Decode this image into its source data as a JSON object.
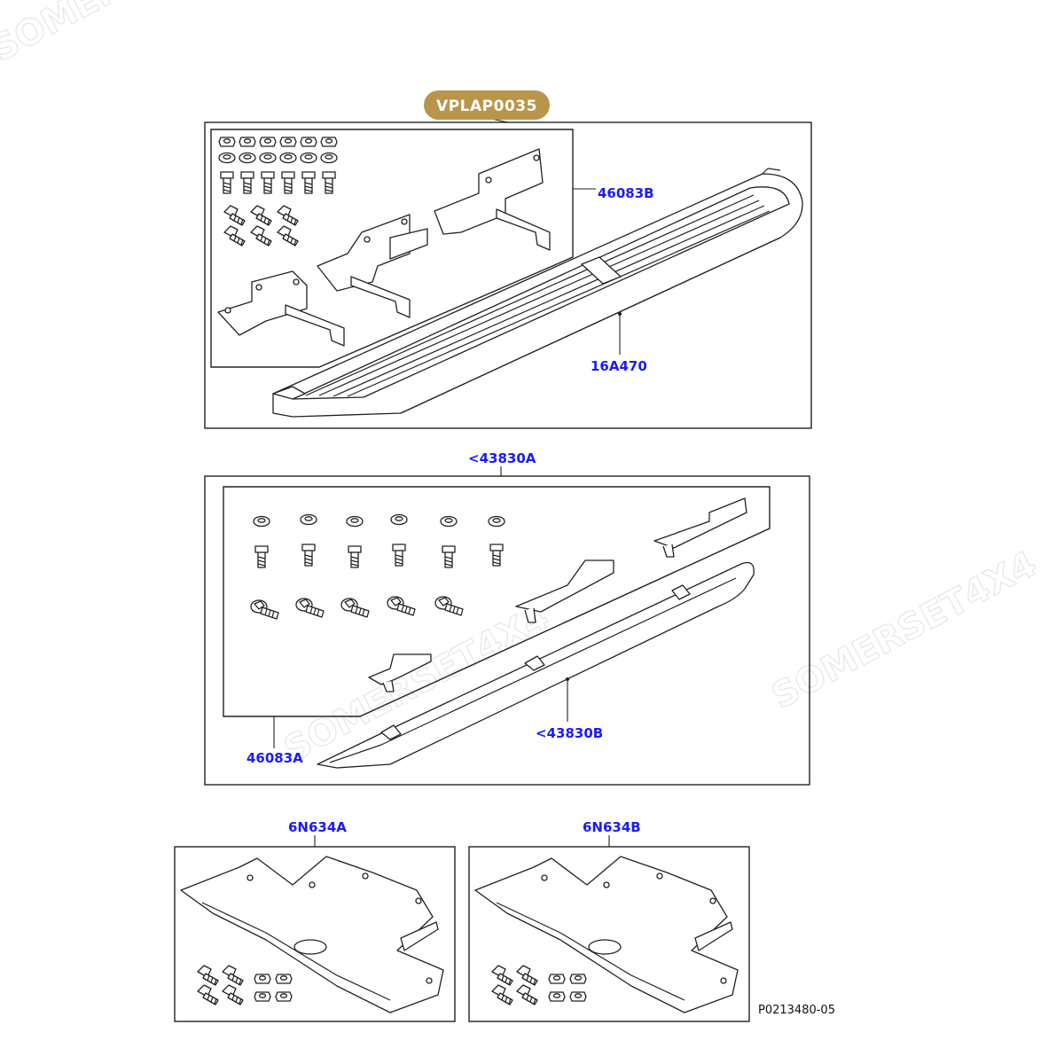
{
  "badge": {
    "code": "VPLAP0035",
    "color": "#b8954a"
  },
  "watermark": {
    "text": "SOMERSET4X4"
  },
  "callouts": {
    "bracket_kit_top": "46083B",
    "running_board": "16A470",
    "side_step_assembly": "<43830A",
    "side_step_panel": "<43830B",
    "bracket_kit_bottom": "46083A",
    "splash_guard_left": "6N634A",
    "splash_guard_right": "6N634B"
  },
  "figure_ref": "P0213480-05",
  "colors": {
    "callout": "#1a1aff",
    "line": "#222222"
  }
}
